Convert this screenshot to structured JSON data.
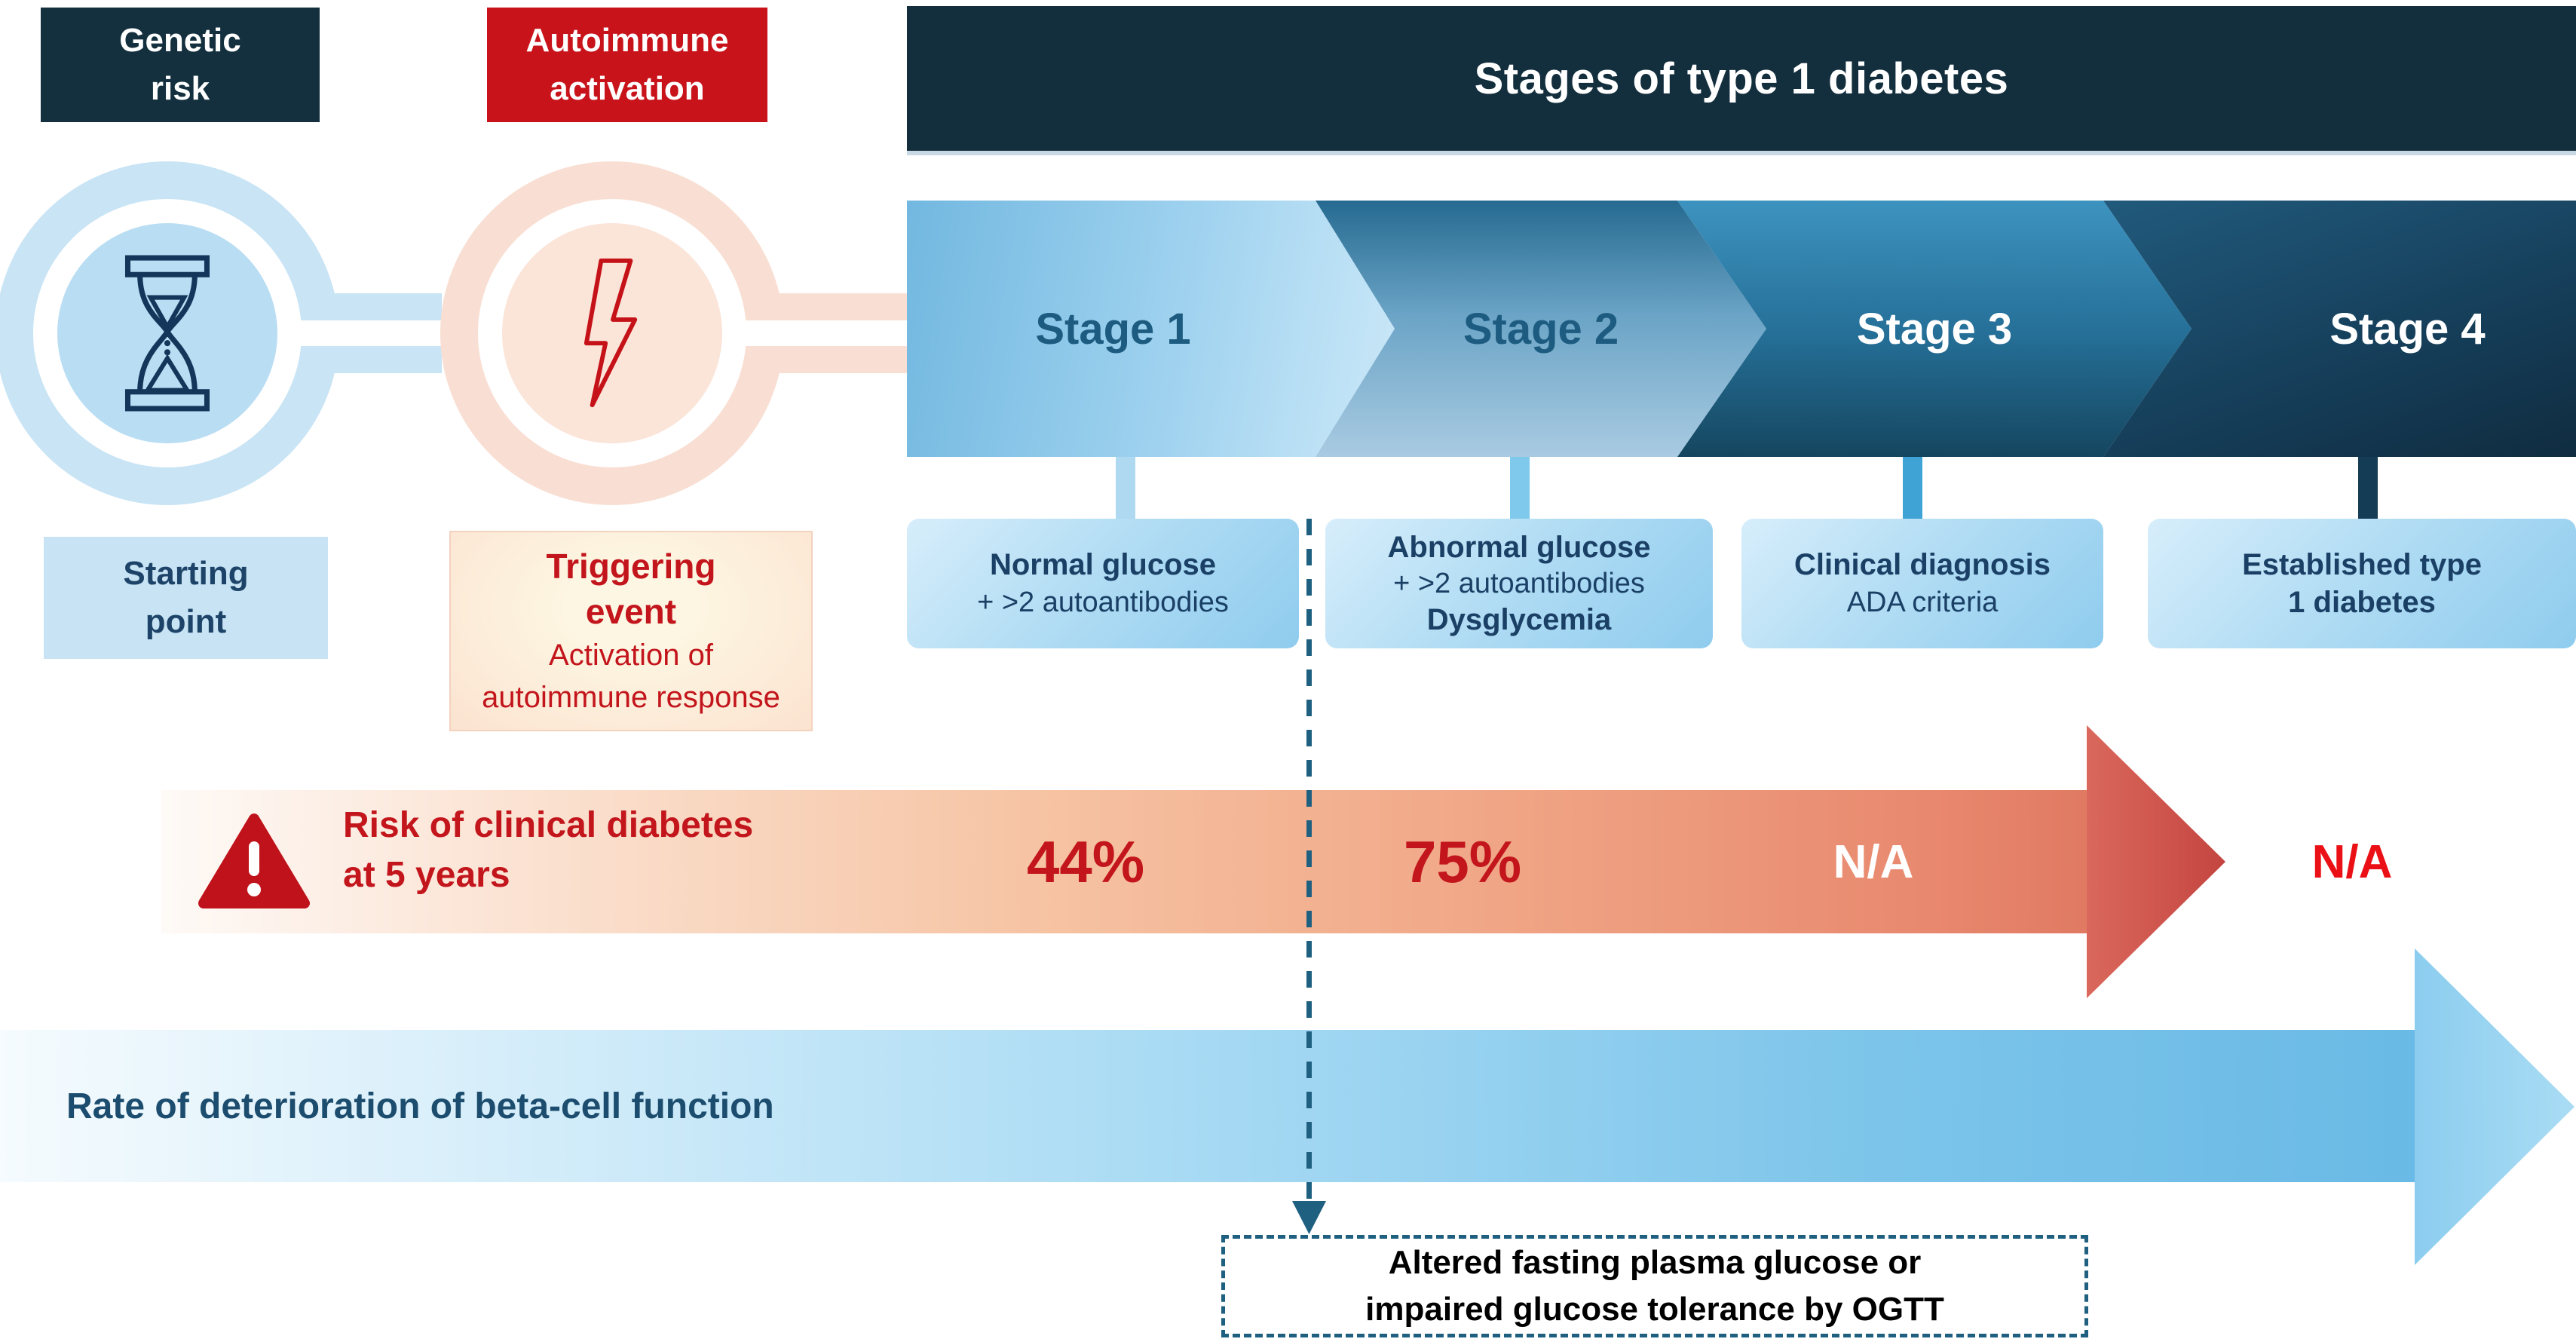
{
  "top": {
    "genetic_box": {
      "line1": "Genetic",
      "line2": "risk"
    },
    "autoimmune_box": {
      "line1": "Autoimmune",
      "line2": "activation"
    },
    "header_title": "Stages of type 1 diabetes"
  },
  "milestones": {
    "starting": {
      "line1": "Starting",
      "line2": "point",
      "icon": "hourglass-icon"
    },
    "triggering": {
      "title1": "Triggering",
      "title2": "event",
      "sub1": "Activation of",
      "sub2": "autoimmune response",
      "icon": "lightning-icon"
    }
  },
  "stages": [
    {
      "label": "Stage 1",
      "criteria": {
        "l1": "Normal glucose",
        "l2": "+ >2 autoantibodies",
        "l3": ""
      }
    },
    {
      "label": "Stage 2",
      "criteria": {
        "l1": "Abnormal glucose",
        "l2": "+ >2 autoantibodies",
        "l3": "Dysglycemia"
      }
    },
    {
      "label": "Stage 3",
      "criteria": {
        "l1": "Clinical diagnosis",
        "l2": "ADA criteria",
        "l3": ""
      }
    },
    {
      "label": "Stage 4",
      "criteria": {
        "l1": "Established type",
        "l2": "1 diabetes",
        "l3": ""
      }
    }
  ],
  "risk_row": {
    "label1": "Risk of clinical diabetes",
    "label2": "at 5 years",
    "values": [
      "44%",
      "75%",
      "N/A",
      "N/A"
    ],
    "icon": "warning-icon"
  },
  "beta_row": {
    "label": "Rate of deterioration of beta-cell function"
  },
  "note_box": {
    "line1": "Altered fasting plasma glucose or",
    "line2": "impaired glucose tolerance by OGTT"
  },
  "colors": {
    "navy_dark": "#132e3d",
    "red_accent": "#c8131b",
    "red_text": "#c3151c",
    "teal_dashed": "#1f6080",
    "light_blue": "#c8e4f5",
    "light_peach": "#f9dfd3",
    "stage_text_dark": "#1d5c80",
    "criteria_text": "#1b4066"
  }
}
